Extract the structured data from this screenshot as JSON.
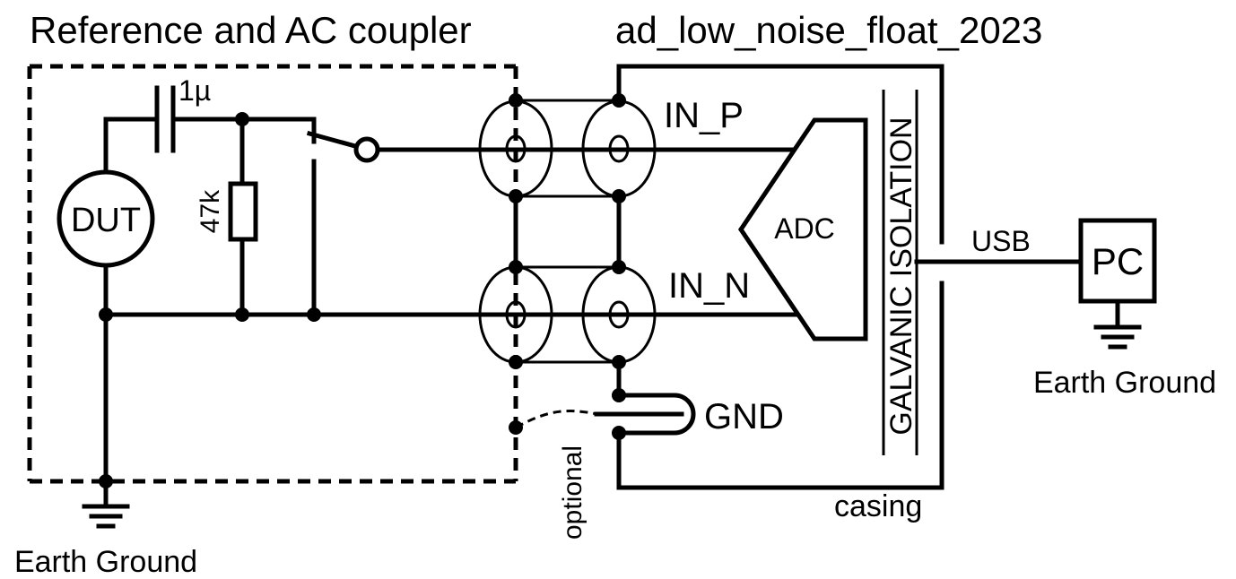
{
  "labels": {
    "section_title": "Reference and AC coupler",
    "device_title": "ad_low_noise_float_2023",
    "capacitor_value": "1µ",
    "resistor_value": "47k",
    "dut": "DUT",
    "in_p": "IN_P",
    "in_n": "IN_N",
    "adc": "ADC",
    "isolation": "GALVANIC ISOLATION",
    "usb": "USB",
    "pc": "PC",
    "gnd": "GND",
    "optional": "optional",
    "casing": "casing",
    "earth_ground_left": "Earth Ground",
    "earth_ground_right": "Earth Ground"
  }
}
